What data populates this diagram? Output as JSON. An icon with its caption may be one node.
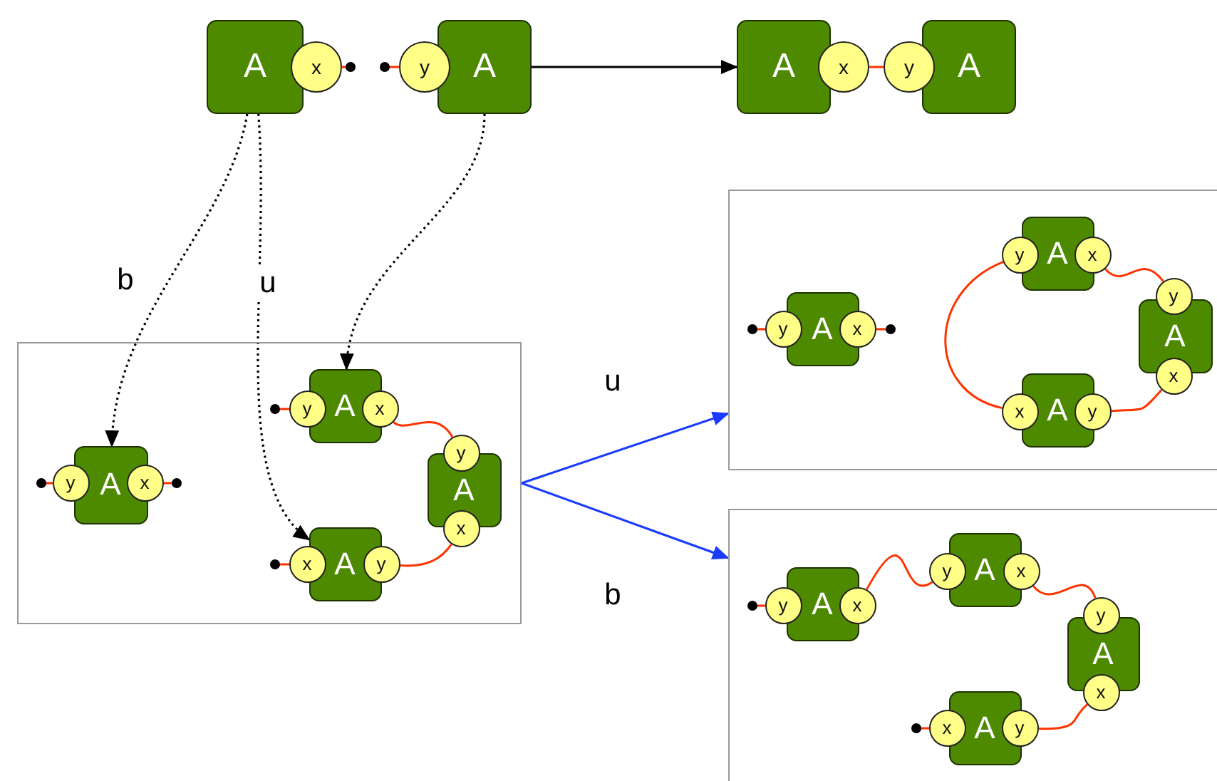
{
  "diagram": {
    "nodes": [
      {
        "text": [
          "A"
        ]
      },
      {
        "text": [
          "x"
        ]
      },
      {
        "text": [
          "A"
        ]
      },
      {
        "text": [
          "y"
        ]
      },
      {
        "text": [
          "A"
        ]
      },
      {
        "text": [
          "x"
        ]
      },
      {
        "text": [
          "y"
        ]
      },
      {
        "text": [
          "A"
        ]
      },
      {
        "text": [],
        "shape": "box"
      },
      {
        "text": [
          "A"
        ],
        "in": 8
      },
      {
        "text": [
          "y"
        ],
        "in": 8
      },
      {
        "text": [
          "x"
        ],
        "in": 8
      },
      {
        "text": [
          "A"
        ],
        "in": 8
      },
      {
        "text": [
          "y"
        ],
        "in": 8
      },
      {
        "text": [
          "x"
        ],
        "in": 8
      },
      {
        "text": [
          "A"
        ],
        "in": 8
      },
      {
        "text": [
          "y"
        ],
        "in": 8
      },
      {
        "text": [
          "x"
        ],
        "in": 8
      },
      {
        "text": [
          "A"
        ],
        "in": 8
      },
      {
        "text": [
          "x"
        ],
        "in": 8
      },
      {
        "text": [
          "y"
        ],
        "in": 8
      },
      {
        "text": [],
        "shape": "box"
      },
      {
        "text": [
          "A"
        ],
        "in": 21
      },
      {
        "text": [
          "y"
        ],
        "in": 21
      },
      {
        "text": [
          "x"
        ],
        "in": 21
      },
      {
        "text": [
          "A"
        ],
        "in": 21
      },
      {
        "text": [
          "y"
        ],
        "in": 21
      },
      {
        "text": [
          "x"
        ],
        "in": 21
      },
      {
        "text": [
          "A"
        ],
        "in": 21
      },
      {
        "text": [
          "y"
        ],
        "in": 21
      },
      {
        "text": [
          "x"
        ],
        "in": 21
      },
      {
        "text": [
          "A"
        ],
        "in": 21
      },
      {
        "text": [
          "x"
        ],
        "in": 21
      },
      {
        "text": [
          "y"
        ],
        "in": 21
      },
      {
        "text": [],
        "shape": "box"
      },
      {
        "text": [
          "A"
        ],
        "in": 34
      },
      {
        "text": [
          "y"
        ],
        "in": 34
      },
      {
        "text": [
          "x"
        ],
        "in": 34
      },
      {
        "text": [
          "A"
        ],
        "in": 34
      },
      {
        "text": [
          "y"
        ],
        "in": 34
      },
      {
        "text": [
          "x"
        ],
        "in": 34
      },
      {
        "text": [
          "A"
        ],
        "in": 34
      },
      {
        "text": [
          "y"
        ],
        "in": 34
      },
      {
        "text": [
          "x"
        ],
        "in": 34
      },
      {
        "text": [
          "A"
        ],
        "in": 34
      },
      {
        "text": [
          "x"
        ],
        "in": 34
      },
      {
        "text": [
          "y"
        ],
        "in": 34
      }
    ],
    "edges": [
      {
        "from": 1,
        "to": null,
        "arrow": "other"
      },
      {
        "from": 3,
        "to": null,
        "arrow": "other"
      },
      {
        "from": 5,
        "to": 6,
        "arrow": "none"
      },
      {
        "from": 2,
        "to": 4,
        "arrow": "to",
        "color": "#000000"
      },
      {
        "from": 0,
        "to": 9,
        "arrow": "to",
        "label": "b",
        "style": "dashed",
        "color": "#000000"
      },
      {
        "from": 0,
        "to": 18,
        "arrow": "to",
        "label": "u",
        "style": "dashed",
        "color": "#000000"
      },
      {
        "from": 2,
        "to": 12,
        "arrow": "to",
        "style": "dashed",
        "color": "#000000"
      },
      {
        "from": 10,
        "to": null,
        "arrow": "other"
      },
      {
        "from": 11,
        "to": null,
        "arrow": "other"
      },
      {
        "from": 13,
        "to": null,
        "arrow": "other"
      },
      {
        "from": 14,
        "to": 16,
        "arrow": "none"
      },
      {
        "from": 17,
        "to": 20,
        "arrow": "none"
      },
      {
        "from": 19,
        "to": null,
        "arrow": "other"
      },
      {
        "from": 8,
        "to": 21,
        "arrow": "to",
        "label": "u",
        "color": "#1a3cff"
      },
      {
        "from": 8,
        "to": 34,
        "arrow": "to",
        "label": "b",
        "color": "#1a3cff"
      },
      {
        "from": 23,
        "to": null,
        "arrow": "other"
      },
      {
        "from": 24,
        "to": null,
        "arrow": "other"
      },
      {
        "from": 27,
        "to": 29,
        "arrow": "none"
      },
      {
        "from": 30,
        "to": 33,
        "arrow": "none"
      },
      {
        "from": 26,
        "to": 32,
        "arrow": "none"
      },
      {
        "from": 36,
        "to": null,
        "arrow": "other"
      },
      {
        "from": 37,
        "to": 39,
        "arrow": "none"
      },
      {
        "from": 40,
        "to": 42,
        "arrow": "none"
      },
      {
        "from": 43,
        "to": 46,
        "arrow": "none"
      },
      {
        "from": 45,
        "to": null,
        "arrow": "other"
      }
    ]
  }
}
